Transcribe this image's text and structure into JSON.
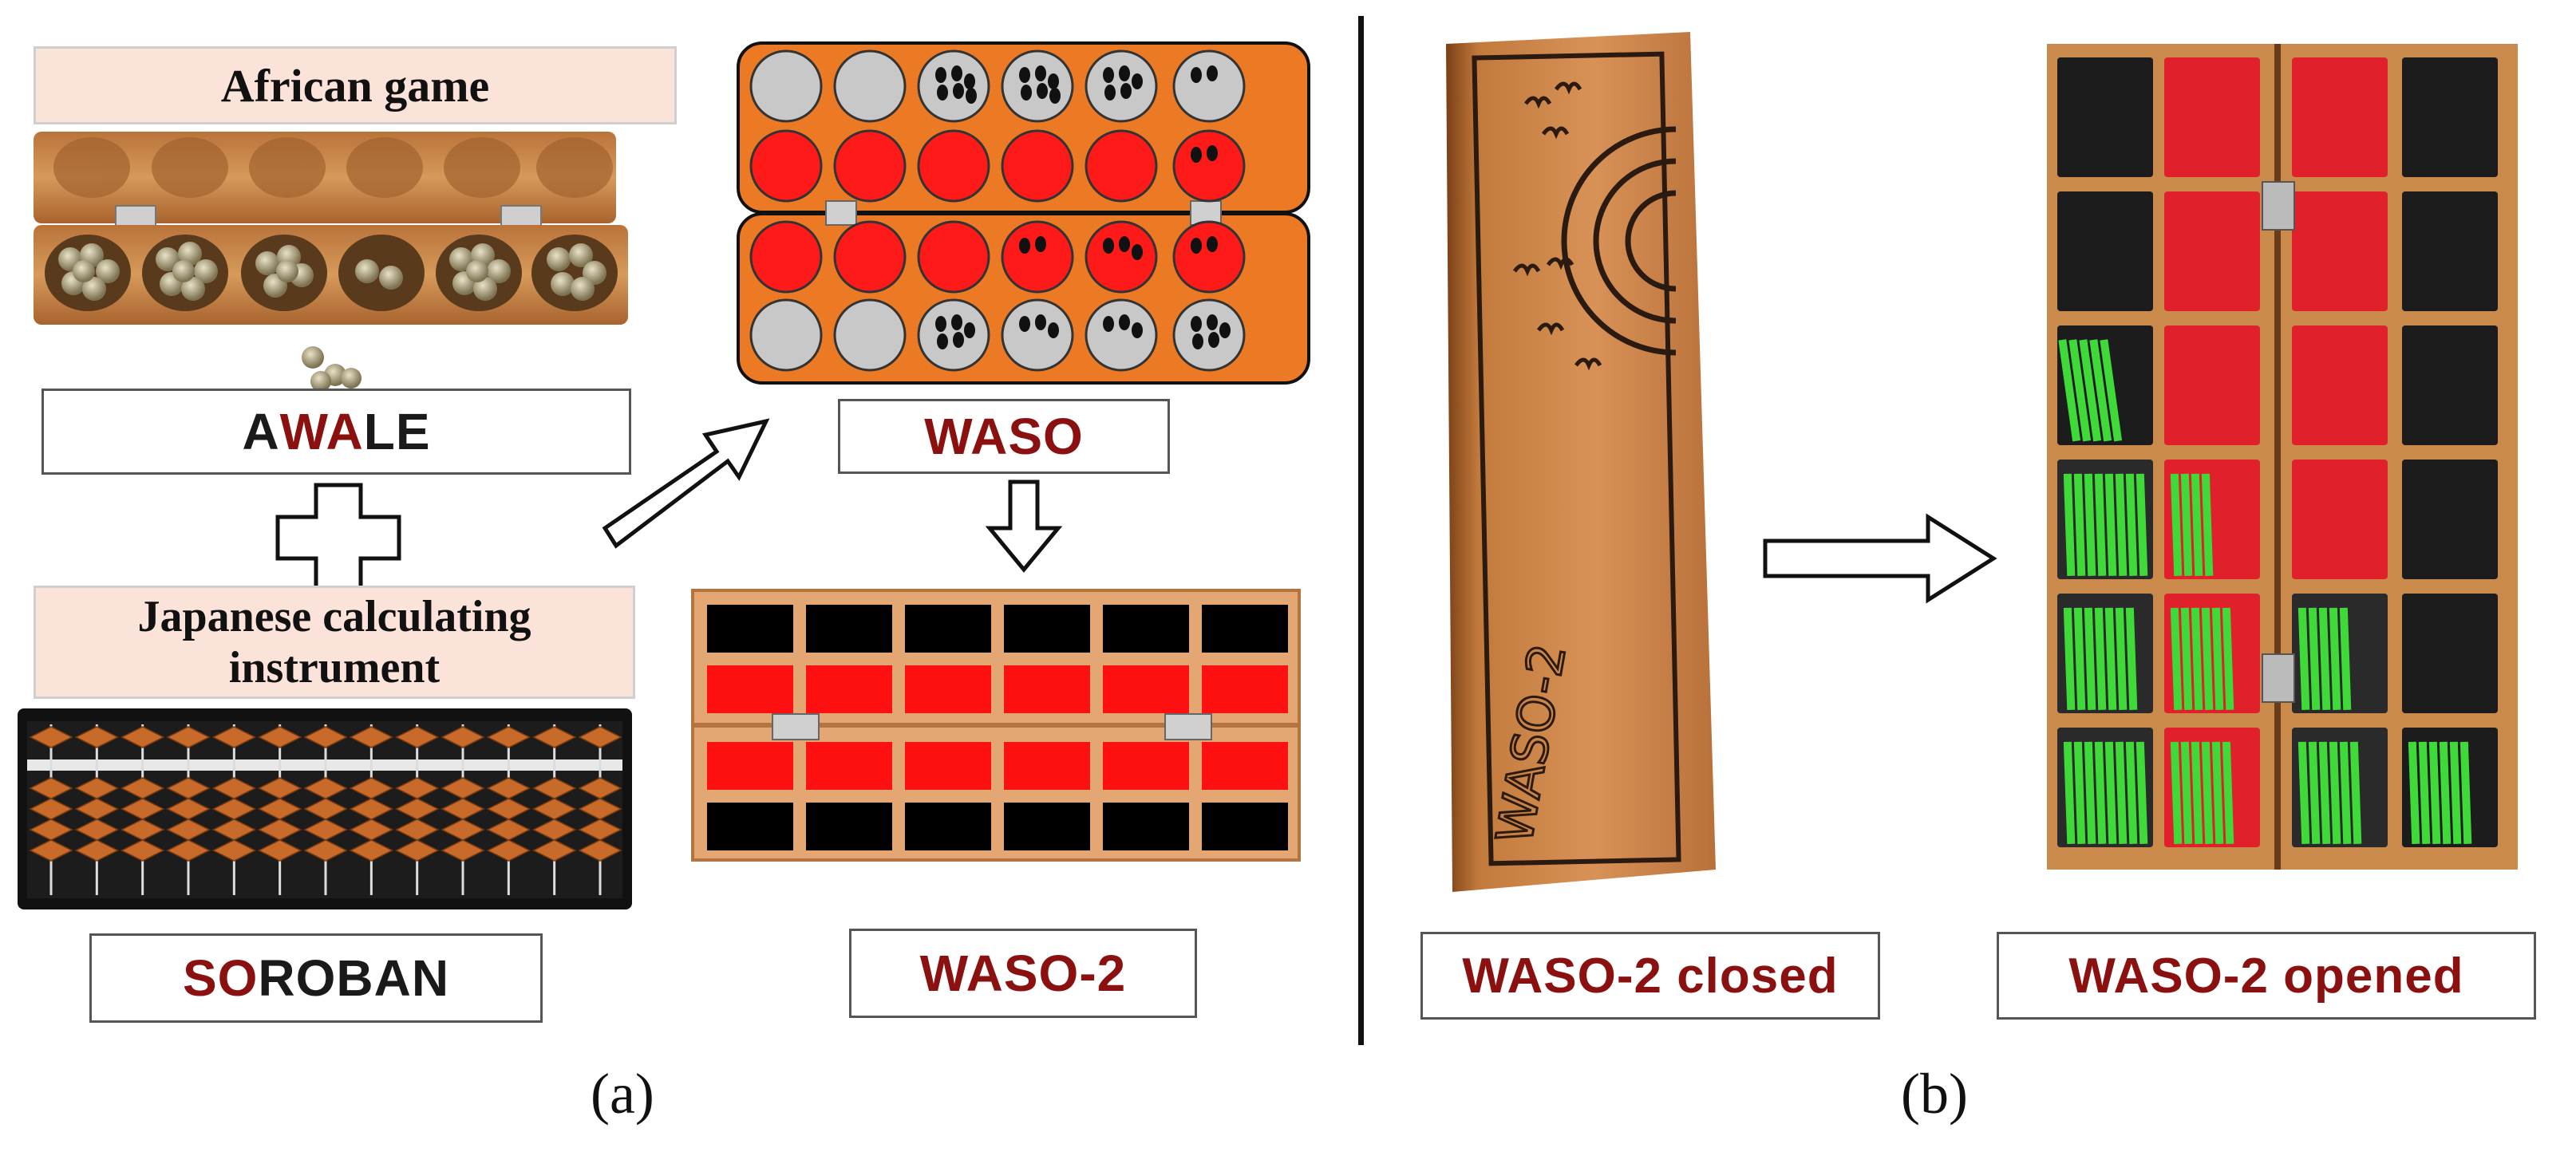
{
  "panel_a": {
    "header_african": "African game",
    "header_japanese_line1": "Japanese calculating",
    "header_japanese_line2": "instrument",
    "awale": {
      "part1": "A",
      "part2": "WA",
      "part3": "LE"
    },
    "soroban": {
      "part1": "SO",
      "part2": "ROBAN"
    },
    "waso_label": "WASO",
    "waso2_label": "WASO-2",
    "caption": "(a)"
  },
  "panel_b": {
    "closed_label": "WASO-2 closed",
    "opened_label": "WASO-2 opened",
    "carved_text": "WASO-2",
    "caption": "(b)"
  },
  "colors": {
    "label_red": "#8b1111",
    "board_orange": "#ec7a24",
    "pit_red": "#ff1a1a",
    "pit_grey": "#c8c8c8",
    "wood": "#c9823f",
    "stick_green": "#3fd93a"
  }
}
